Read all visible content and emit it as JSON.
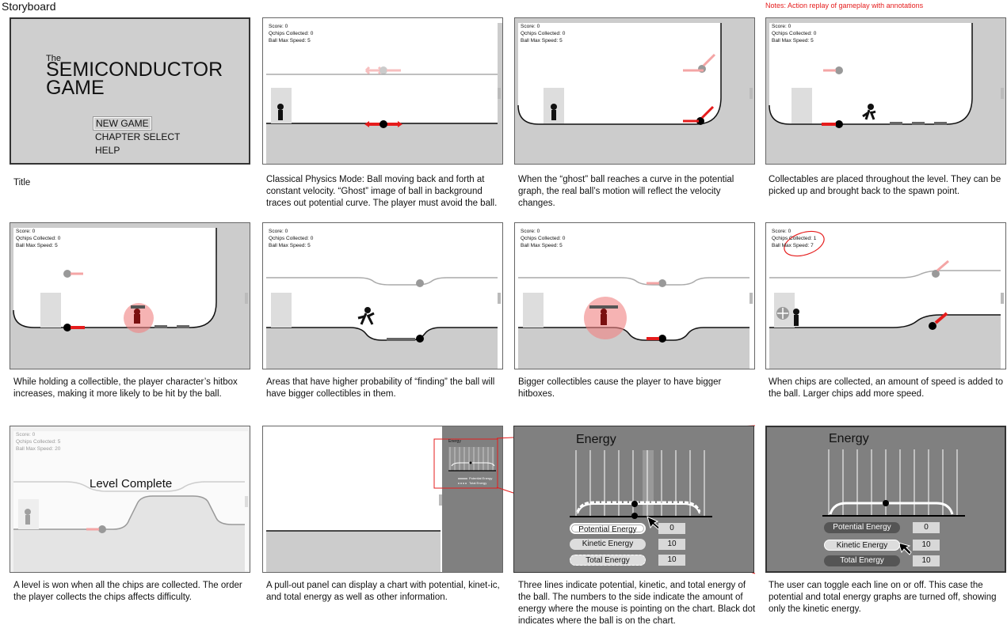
{
  "page_title": "Storyboard",
  "notes": "Notes: Action replay of gameplay with annotations",
  "hud_labels": {
    "score": "Score: 0",
    "chips0": "Qchips Collected: 0",
    "chips1": "Qchips Collected: 1",
    "chips5": "Qchips Collected: 5",
    "speed5": "Ball Max Speed: 5",
    "speed7": "Ball Max Speed: 7",
    "speed20": "Ball Max Speed: 20"
  },
  "title_screen": {
    "the": "The",
    "name": "SEMICONDUCTOR GAME",
    "menu": [
      "NEW GAME",
      "CHAPTER SELECT",
      "HELP"
    ]
  },
  "level_complete": "Level Complete",
  "panel": {
    "energy": "Energy",
    "potential": "Potential Energy",
    "total": "Total Energy"
  },
  "energy": {
    "title": "Energy",
    "rows": [
      {
        "label": "Potential Energy",
        "value": "0"
      },
      {
        "label": "Kinetic Energy",
        "value": "10"
      },
      {
        "label": "Total Energy",
        "value": "10"
      }
    ]
  },
  "captions": [
    "Title",
    "Classical Physics Mode: Ball moving back and forth at constant velocity. “Ghost” image of ball in background traces out potential curve. The player must avoid the ball.",
    "When the “ghost” ball reaches a curve in the potential graph, the real ball’s motion will reflect the velocity changes.",
    "Collectables are placed throughout the level. They can be picked up and brought back to the spawn point.",
    "While holding a collectible, the player character’s hitbox increases, making it more likely to be hit by the ball.",
    "Areas that have higher probability of “finding” the ball will have bigger collectibles in them.",
    "Bigger collectibles cause the player to have bigger hitboxes.",
    "When chips are collected, an amount of speed is added to the ball. Larger chips add more speed.",
    "A level is won when all the chips are collected. The order the player collects the chips affects difficulty.",
    "A pull-out panel can display a chart with potential, kinet-ic, and total energy as well as other information.",
    "Three lines indicate potential, kinetic, and total energy of the ball. The numbers to the side indicate the amount of energy where the mouse is pointing on the chart. Black dot indicates where the ball is on the chart.",
    "The user can toggle each line on or off. This case the potential and total energy graphs are turned off, showing only the kinetic energy."
  ],
  "colors": {
    "accent_red": "#e51c1c",
    "arrow_pink": "#f4a5a5",
    "hitbox": "#f08080"
  }
}
